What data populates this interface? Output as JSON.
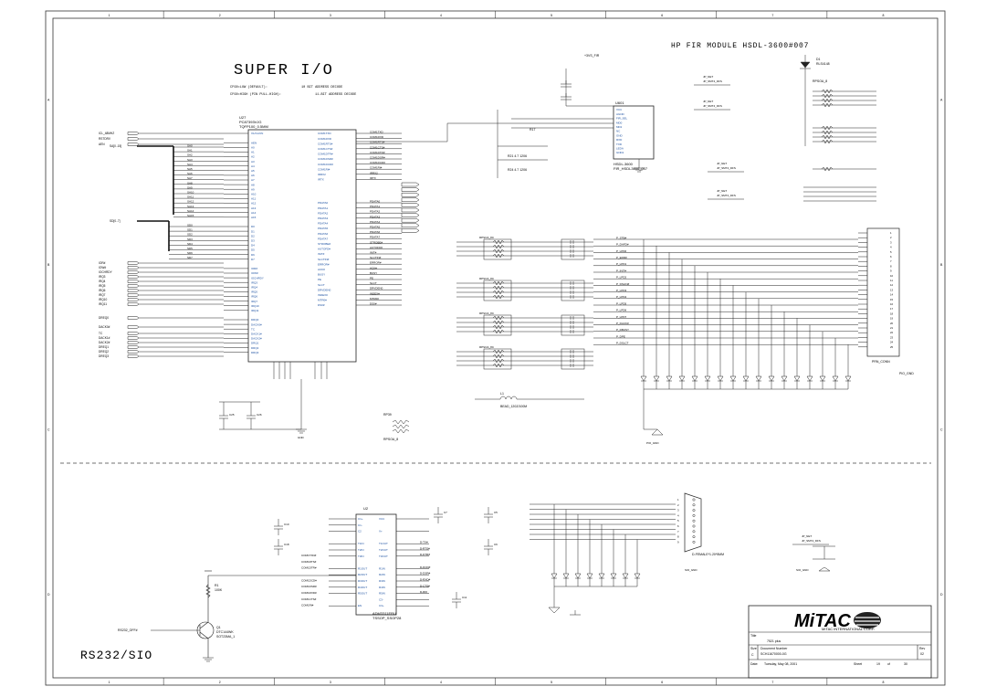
{
  "titles": {
    "super_io": "SUPER I/O",
    "rs232": "RS232/SIO",
    "fir_module": "HP FIR MODULE HSDL-3600#007"
  },
  "notes": {
    "line1a": "CFG0=LOW (DEFAULT):",
    "line1b": "10 BIT ADDRESS DECODE",
    "line2a": "CFG0=HIGH (PIN PULL-HIGH):",
    "line2b": "11-BIT ADDRESS DECODE"
  },
  "chips": {
    "u27_ref": "U27",
    "u27_part": "PC87393VJG",
    "u27_pkg": "TQFP100_0.5MM",
    "u2_ref": "U2",
    "u2_part": "ADM3311ERU",
    "u2_pkg": "TSSOP_SSOP28",
    "u601_ref": "U601",
    "u601_part": "HSDL-3600",
    "u601_pkg": "FIR_HSDL3600_007",
    "j601": "J601",
    "j602_part": "D-FEMALE*1.20*5MM"
  },
  "left_signals": [
    "ICL_48MHZ",
    "RSTDRV",
    "AEN",
    "SA[0..15]",
    "SD[0..7]",
    "IOR#",
    "IOW#",
    "IOCHRDY",
    "IRQ3",
    "IRQ4",
    "IRQ5",
    "IRQ6",
    "IRQ7",
    "IRQ10",
    "IRQ11",
    "DREQ0",
    "DACK0#",
    "TC",
    "DACK1#",
    "DACK2#",
    "DREQ1",
    "DREQ2",
    "DREQ3"
  ],
  "u27_right_pins": [
    "COM1TXD",
    "COM1RXD",
    "COM1RTS#",
    "COM1CTS#",
    "COM1DTR#",
    "COM1DSR#",
    "COM1DCD#",
    "COM1RI#",
    "IRRX2",
    "IRTX",
    "PDATA0",
    "PDATA1",
    "PDATA2",
    "PDATA3",
    "PDATA4",
    "PDATA5",
    "PDATA6",
    "PDATA7",
    "STROBE#",
    "AUTOFD#",
    "INIT#",
    "SLCTIN#",
    "ERROR#",
    "ACK#",
    "BUSY",
    "PE",
    "SLCT",
    "DRVDEN0",
    "INDEX#",
    "MTR0#",
    "DS0#"
  ],
  "fir_pins": [
    "VCC",
    "AGND",
    "FIR_SEL",
    "MD0",
    "MD1",
    "NC",
    "GND",
    "RXD",
    "TXD",
    "LEDA",
    "GND1"
  ],
  "rp_labels": [
    "RPSOA_8C",
    "RPSOA_8C",
    "RPSOA_8C",
    "RPSOA_8C",
    "RPSOA_8C"
  ],
  "lpt_signals": [
    "P_STB#",
    "P_DAFD#",
    "P_LPD0",
    "P_ERR#",
    "P_LPD1",
    "P_INIT#",
    "P_LPD2",
    "P_DSLIN#",
    "P_LPD3",
    "P_LPD4",
    "P_LPD5",
    "P_LPD6",
    "P_LPD7",
    "P_DACK#",
    "P_DBUSY",
    "P_DPE",
    "P_DSLCT"
  ],
  "parallel_connector": "PRN_CONN",
  "gnd_labels": [
    "PIO_GND",
    "GND",
    "FIR_GND",
    "SIO_GND"
  ],
  "caps": [
    "C25",
    "C26",
    "C19",
    "C12",
    "C10",
    "C18",
    "C7",
    "C5",
    "C6",
    "C11"
  ],
  "rs232_pins_left": [
    "COM1TXD#",
    "COM1RTS#",
    "COM1DTR#",
    "COM1DCD#",
    "COM1DSR#",
    "COM1RXD#",
    "COM1CTS#",
    "COM1RI#"
  ],
  "rs232_pins_right": [
    "D-TX#",
    "D-RTS#",
    "D-DTR#",
    "D-DCD#",
    "D-DSR#",
    "D-RXD#",
    "D-CTS#",
    "D-RI#"
  ],
  "transistor": {
    "ref": "Q1",
    "part": "DTC144WK",
    "pkg": "SOT23MA_1"
  },
  "resistor_q": {
    "ref": "R1",
    "val": "100K"
  },
  "rs232_off": "RS232_OFF#",
  "title_block": {
    "company_logo": "MiTAC",
    "company": "MITAC INTERNATIONAL CORP.",
    "title_label": "Title",
    "title": "7521 plus",
    "size_label": "Size",
    "size": "C",
    "doc_label": "Document Number",
    "doc": "SCH11670000-0G",
    "rev_label": "Rev",
    "rev": "02",
    "date_label": "Date:",
    "date": "Tuesday, May 08, 2001",
    "sheet_label": "Sheet",
    "sheet": "19",
    "of_label": "of",
    "of": "30"
  },
  "jumpers": [
    "JP_NET",
    "JP_SMT4_DFS"
  ],
  "border_numbers": [
    "1",
    "2",
    "3",
    "4",
    "5",
    "6",
    "7",
    "8"
  ],
  "border_letters": [
    "A",
    "B",
    "C",
    "D"
  ]
}
